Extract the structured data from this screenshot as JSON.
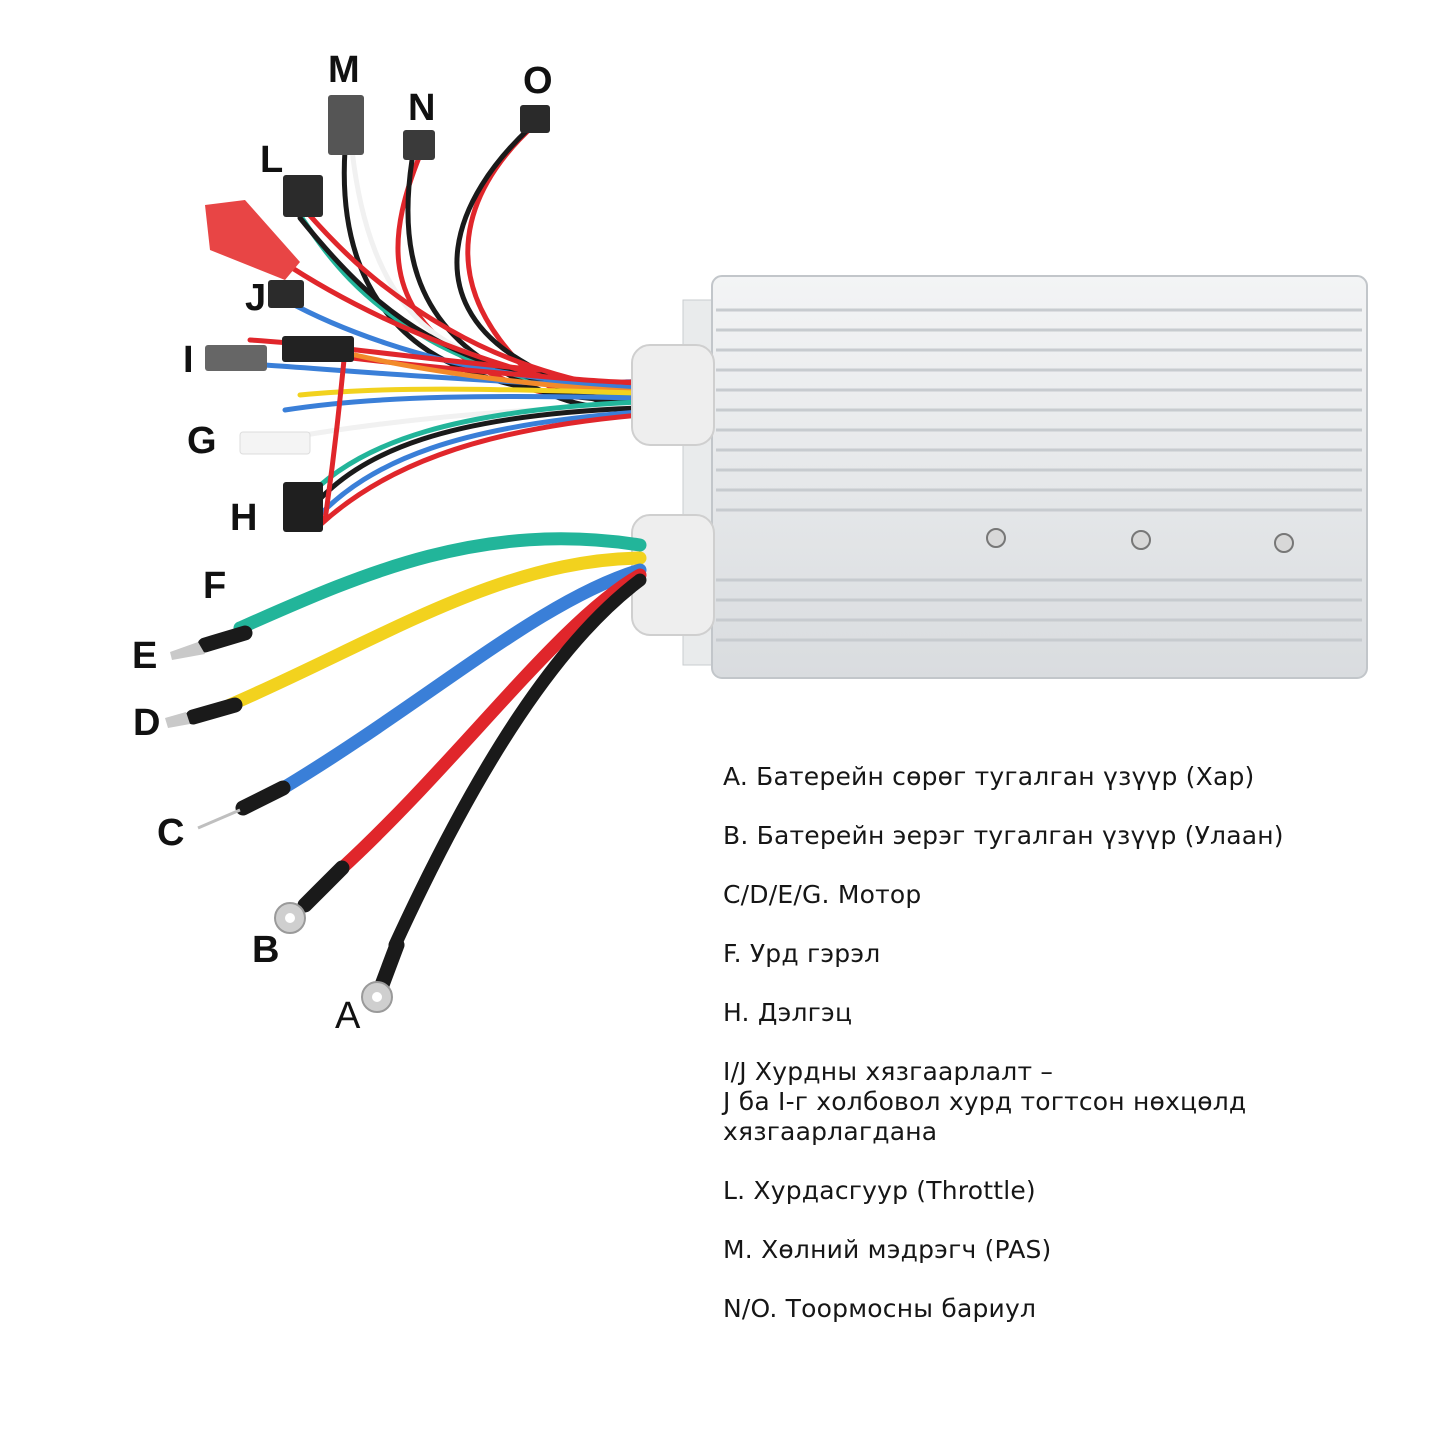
{
  "wire_labels": {
    "M": "M",
    "N": "N",
    "O": "O",
    "L": "L",
    "J": "J",
    "I": "I",
    "G": "G",
    "H": "H",
    "F": "F",
    "E": "E",
    "D": "D",
    "C": "C",
    "B": "B",
    "A": "A"
  },
  "legend": [
    "A.  Батерейн сөрөг тугалган үзүүр (Хар)",
    "B.  Батерейн эерэг тугалган үзүүр (Улаан)",
    "C/D/E/G. Мотор",
    "F. Урд гэрэл",
    "H. Дэлгэц",
    "I/J Хурдны хязгаарлалт –\nJ ба I-г холбовол хурд тогтсон нөхцөлд\nхязгаарлагдана",
    "L. Хурдасгуур (Throttle)",
    "M. Хөлний мэдрэгч (PAS)",
    "N/O. Тоормосны бариул"
  ],
  "colors": {
    "black": "#1a1a1a",
    "red": "#e0262b",
    "blue": "#3a7fd8",
    "yellow": "#f2d21e",
    "green": "#22b59a",
    "white_wire": "#f1f1f1",
    "housing": "#e6e8ea"
  }
}
